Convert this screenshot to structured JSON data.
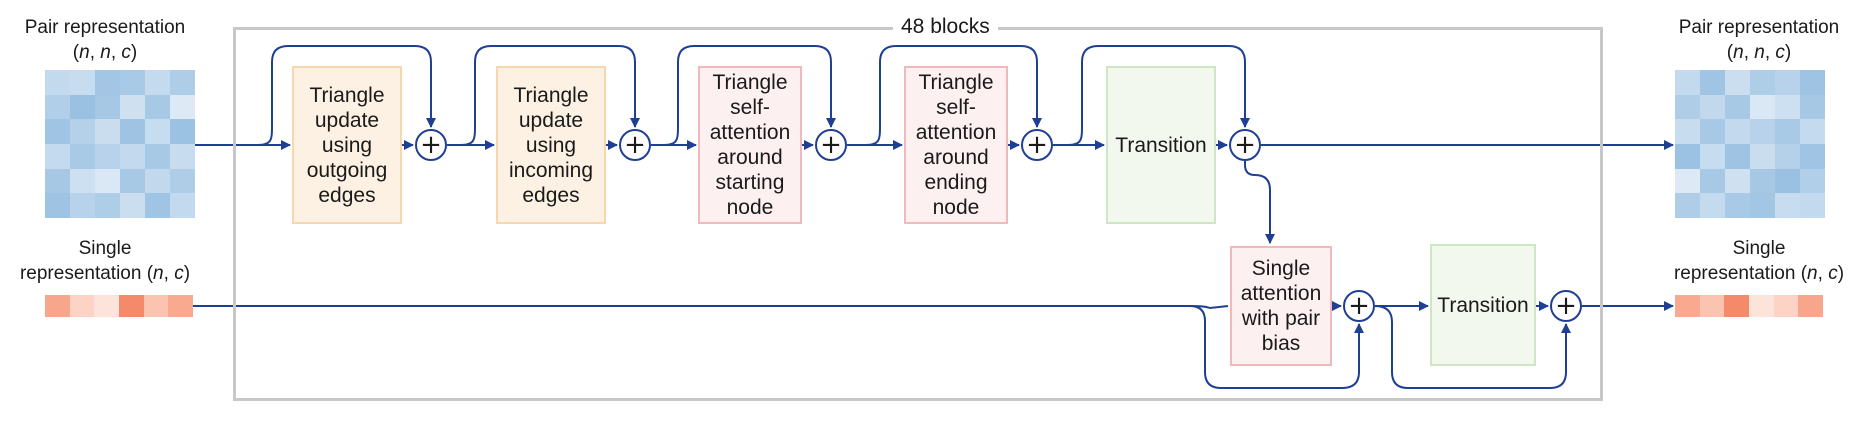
{
  "outer": {
    "blocks_label": "48 blocks"
  },
  "left": {
    "pair_title": "Pair representation",
    "pair_dims": [
      "n",
      ", ",
      "n",
      ", ",
      "c"
    ],
    "single_title": "Single",
    "single_title2": "representation (",
    "single_dims": [
      "n",
      ", ",
      "c"
    ]
  },
  "right": {
    "pair_title": "Pair representation",
    "pair_dims": [
      "n",
      ", ",
      "n",
      ", ",
      "c"
    ],
    "single_title": "Single",
    "single_title2": "representation (",
    "single_dims": [
      "n",
      ", ",
      "c"
    ]
  },
  "blocks": [
    {
      "name": "triangle-update-outgoing",
      "label": "Triangle\nupdate\nusing\noutgoing\nedges",
      "color": "orange"
    },
    {
      "name": "triangle-update-incoming",
      "label": "Triangle\nupdate\nusing\nincoming\nedges",
      "color": "orange"
    },
    {
      "name": "triangle-attention-starting",
      "label": "Triangle\nself-\nattention\naround\nstarting\nnode",
      "color": "pink"
    },
    {
      "name": "triangle-attention-ending",
      "label": "Triangle\nself-\nattention\naround\nending\nnode",
      "color": "pink"
    },
    {
      "name": "pair-transition",
      "label": "Transition",
      "color": "green"
    },
    {
      "name": "single-attention-pair-bias",
      "label": "Single\nattention\nwith pair\nbias",
      "color": "pink"
    },
    {
      "name": "single-transition",
      "label": "Transition",
      "color": "green"
    }
  ],
  "plus_symbol": "+",
  "colors": {
    "arrow": "#1f3f94",
    "outer_border": "#c8c8c8"
  },
  "pair_grid_colors": [
    [
      "#c2d9ee",
      "#c8dcef",
      "#a2c6e4",
      "#a9cae6",
      "#c4daee",
      "#afcde7"
    ],
    [
      "#b1cfe8",
      "#9bc1e2",
      "#a6c8e5",
      "#cfe0f1",
      "#a8c9e5",
      "#dde9f5"
    ],
    [
      "#a0c4e3",
      "#b5d1ea",
      "#c9ddef",
      "#9fc4e3",
      "#c6dcef",
      "#9bc2e2"
    ],
    [
      "#c4daee",
      "#a9cae6",
      "#b7d2ea",
      "#c3d9ed",
      "#a8c9e6",
      "#c7dcef"
    ],
    [
      "#a6c8e5",
      "#cde0f1",
      "#dae8f5",
      "#a8c9e6",
      "#c1d8ed",
      "#afcde7"
    ],
    [
      "#9ec3e3",
      "#b7d2ea",
      "#aecde7",
      "#cadef0",
      "#a0c5e4",
      "#c2d9ee"
    ]
  ],
  "single_colors": [
    "#f7a58b",
    "#fcd3c4",
    "#fde4da",
    "#f58a6b",
    "#fbc4b0",
    "#f8a98f"
  ]
}
